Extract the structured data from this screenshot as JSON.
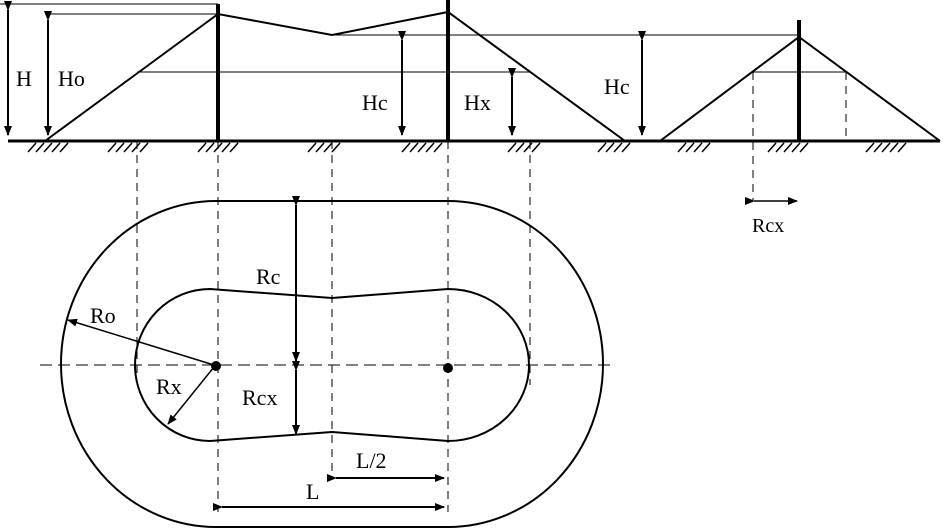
{
  "labels": {
    "H": "H",
    "Ho": "Ho",
    "Hc_left": "Hc",
    "Hx": "Hx",
    "Hc_right": "Hc",
    "Rcx_top": "Rcx",
    "Rc": "Rc",
    "Ro": "Ro",
    "Rx": "Rx",
    "Rcx_plan": "Rcx",
    "L_half": "L/2",
    "L": "L"
  },
  "colors": {
    "line": "#000000",
    "background": "#ffffff"
  }
}
